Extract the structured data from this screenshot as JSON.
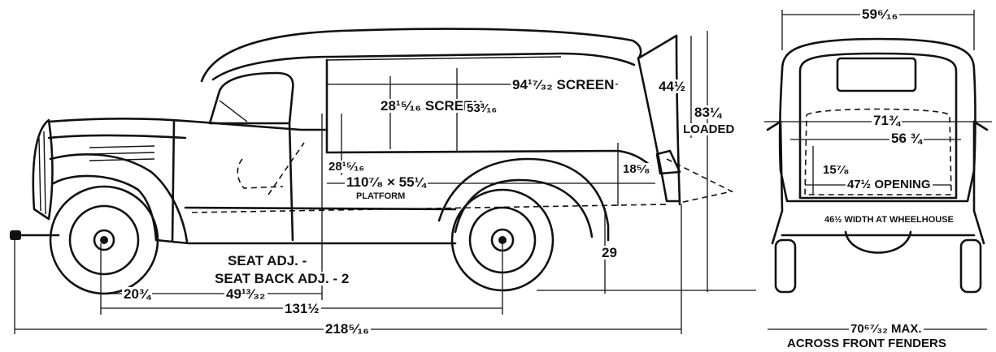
{
  "side_view": {
    "screen_length": "94¹⁷⁄₃₂ SCREEN",
    "screen_height": "28¹⁵⁄₁₆ SCREEN",
    "interior_height": "53³⁄₁₆",
    "rear_height_upper": "44½",
    "overall_height": "83¼",
    "overall_height_note": "LOADED",
    "door_height": "28¹⁵⁄₁₆",
    "platform_size": "110⁷⁄₈ × 55¼",
    "platform_label": "PLATFORM",
    "floor_height": "18⁵⁄₈",
    "rear_floor_height": "29",
    "seat_adj": "SEAT ADJ. -",
    "seat_back_adj": "SEAT BACK ADJ. - 2",
    "front_overhang": "20¾",
    "seat_to_axle": "49¹³⁄₃₂",
    "wheelbase": "131½",
    "overall_length": "218⁵⁄₁₆"
  },
  "rear_view": {
    "top_width": "59⁶⁄₁₆",
    "body_width": "71¾",
    "floor_width": "56 ¾",
    "opening_height": "15⁷⁄₈",
    "opening_width": "47½ OPENING",
    "wheelhouse_width": "46½ WIDTH AT WHEELHOUSE",
    "max_width": "70⁶⁷⁄₃₂ MAX.",
    "max_width_note": "ACROSS FRONT FENDERS"
  }
}
